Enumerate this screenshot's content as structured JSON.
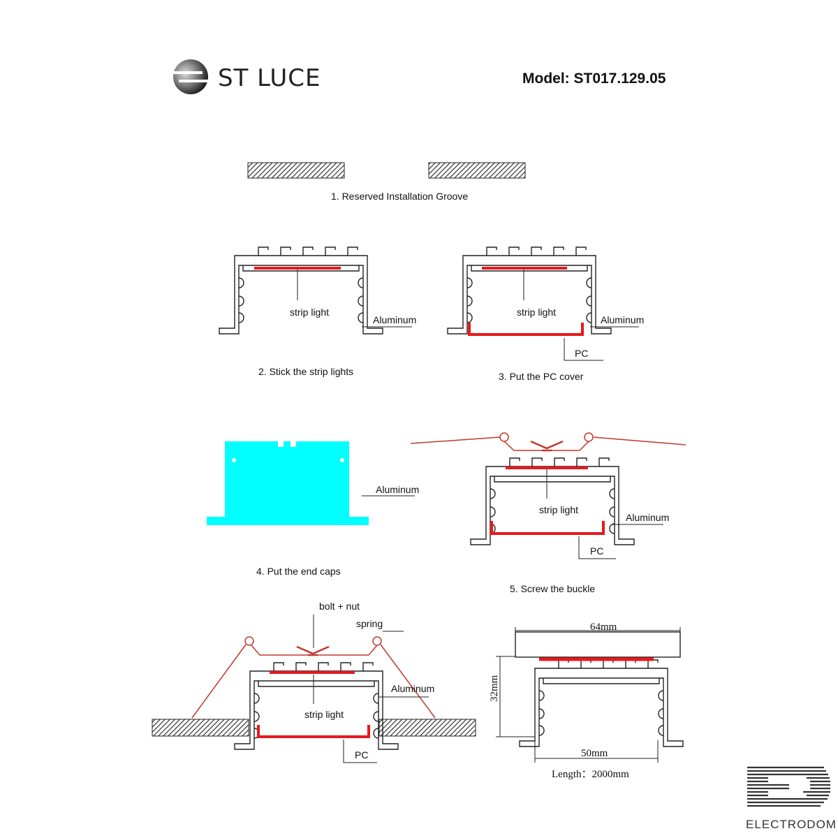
{
  "header": {
    "brand_name": "ST LUCE",
    "model_label": "Model: ST017.129.05"
  },
  "steps": [
    {
      "caption": "1.  Reserved Installation Groove"
    },
    {
      "caption": "2.   Stick the strip lights",
      "labels": {
        "strip": "strip light",
        "aluminum": "Aluminum"
      }
    },
    {
      "caption": "3.  Put the PC cover",
      "labels": {
        "strip": "strip light",
        "aluminum": "Aluminum",
        "pc": "PC"
      }
    },
    {
      "caption": "4.  Put the end caps",
      "labels": {
        "aluminum": "Aluminum"
      }
    },
    {
      "caption": "5.  Screw the buckle",
      "labels": {
        "strip": "strip light",
        "aluminum": "Aluminum",
        "pc": "PC"
      }
    },
    {
      "labels": {
        "bolt": "bolt + nut",
        "spring": "spring",
        "aluminum": "Aluminum",
        "strip": "strip light",
        "pc": "PC"
      }
    }
  ],
  "dimensions": {
    "width_top": "64mm",
    "height": "32mm",
    "width_bottom": "50mm",
    "length": "Length：2000mm"
  },
  "watermark": {
    "name": "ELECTRODOM"
  },
  "colors": {
    "led": "#e8191c",
    "end_cap": "#00ffff",
    "line": "#111111"
  }
}
